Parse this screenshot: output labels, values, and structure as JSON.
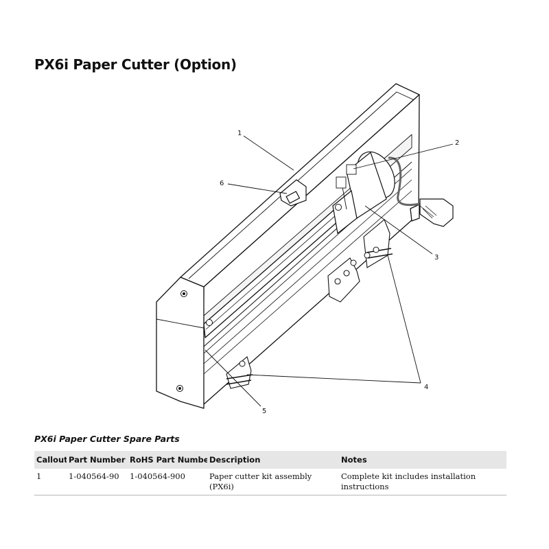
{
  "page": {
    "title": "PX6i Paper Cutter (Option)"
  },
  "figure": {
    "callouts": [
      "1",
      "2",
      "3",
      "4",
      "5",
      "6"
    ]
  },
  "spare_parts": {
    "title": "PX6i Paper Cutter Spare Parts",
    "columns": [
      "Callout",
      "Part Number",
      "RoHS Part Number",
      "Description",
      "Notes"
    ],
    "rows": [
      {
        "callout": "1",
        "part_number": "1-040564-90",
        "rohs_part_number": "1-040564-900",
        "description": "Paper cutter kit assembly (PX6i)",
        "notes": "Complete kit includes installation instructions"
      }
    ]
  }
}
